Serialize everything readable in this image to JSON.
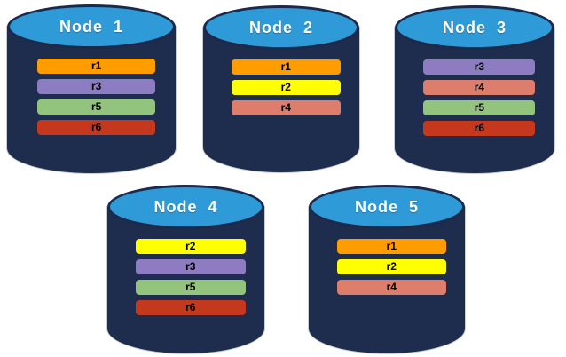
{
  "diagram": {
    "description_visible_text_only": "",
    "colors": {
      "cylinder_body": "#1E2C4E",
      "cylinder_top": "#2E9BD8",
      "cylinder_outline": "#1B294A",
      "title_text": "#ffffff",
      "bar_text": "#000000",
      "replicas": {
        "r1": "#FF9C00",
        "r2": "#FFFF00",
        "r3": "#8E7CC3",
        "r4": "#DC7E6B",
        "r5": "#93C47D",
        "r6": "#C4391E"
      }
    },
    "nodes": [
      {
        "label": "Node  1",
        "replicas": [
          "r1",
          "r3",
          "r5",
          "r6"
        ]
      },
      {
        "label": "Node  2",
        "replicas": [
          "r1",
          "r2",
          "r4"
        ]
      },
      {
        "label": "Node  3",
        "replicas": [
          "r3",
          "r4",
          "r5",
          "r6"
        ]
      },
      {
        "label": "Node  4",
        "replicas": [
          "r2",
          "r3",
          "r5",
          "r6"
        ]
      },
      {
        "label": "Node  5",
        "replicas": [
          "r1",
          "r2",
          "r4"
        ]
      }
    ]
  }
}
